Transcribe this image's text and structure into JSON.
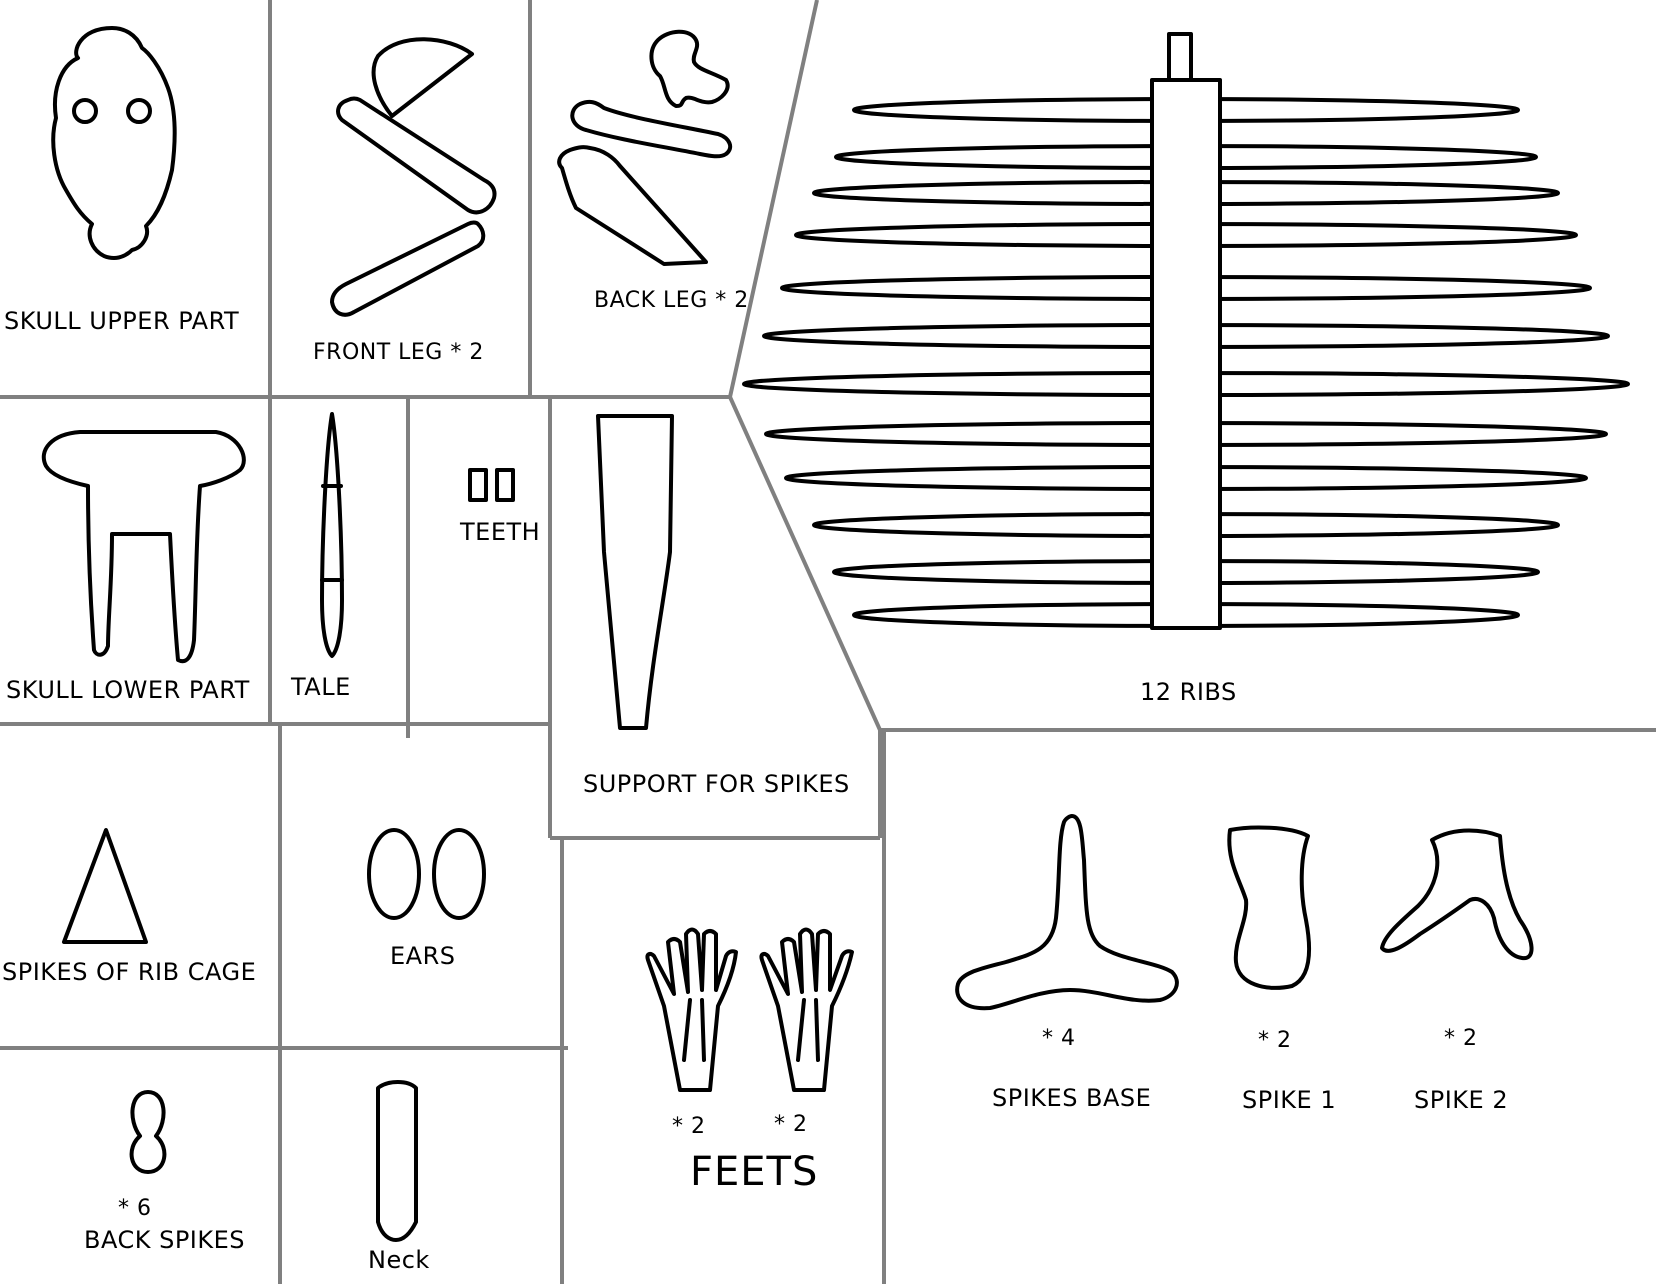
{
  "labels": {
    "skull_upper": "SKULL UPPER PART",
    "front_leg": "FRONT LEG * 2",
    "back_leg": "BACK LEG * 2",
    "skull_lower": "SKULL LOWER PART",
    "tale": "TALE",
    "teeth": "TEETH",
    "support_spikes": "SUPPORT FOR SPIKES",
    "ribs": "12 RIBS",
    "spikes_rib_cage": "SPIKES OF RIB CAGE",
    "ears": "EARS",
    "back_spikes_count": "* 6",
    "back_spikes": "BACK SPIKES",
    "neck": "Neck",
    "feet_left_count": "* 2",
    "feet_right_count": "* 2",
    "feets": "FEETS",
    "spikes_base_count": "* 4",
    "spikes_base": "SPIKES BASE",
    "spike1_count": "* 2",
    "spike1": "SPIKE 1",
    "spike2_count": "* 2",
    "spike2": "SPIKE 2"
  },
  "colors": {
    "divider": "#808080",
    "outline": "#000000",
    "background": "#ffffff"
  }
}
